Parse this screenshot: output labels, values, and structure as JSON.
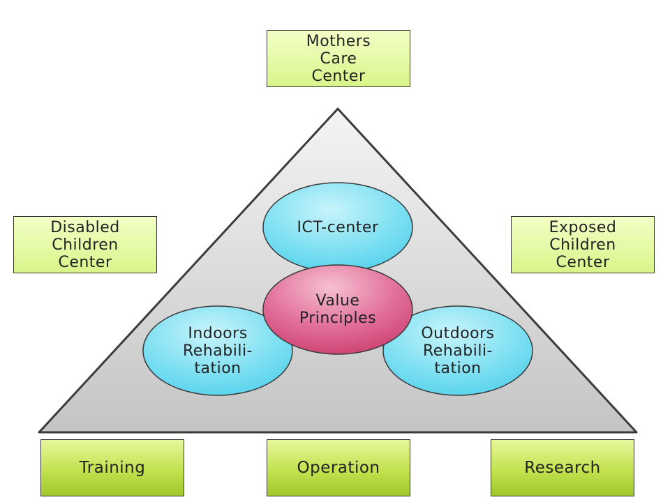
{
  "colors": {
    "triangle_fill_top": "#f2f2f2",
    "triangle_fill_bottom": "#c6c6c6",
    "circle_blue": "#62d8ef",
    "circle_blue_light": "#c4f3fb",
    "circle_pink": "#d9497b",
    "circle_pink_light": "#f3b3c9",
    "box_light_green": "#e4f9a8",
    "box_dark_green": "#a8cc33",
    "outline": "#333333"
  },
  "diagram": {
    "top_box": {
      "lines": [
        "Mothers",
        "Care",
        "Center"
      ]
    },
    "left_box": {
      "lines": [
        "Disabled",
        "Children",
        "Center"
      ]
    },
    "right_box": {
      "lines": [
        "Exposed",
        "Children",
        "Center"
      ]
    },
    "circles": {
      "top": {
        "lines": [
          "ICT-center"
        ]
      },
      "center": {
        "lines": [
          "Value",
          "Principles"
        ]
      },
      "left": {
        "lines": [
          "Indoors",
          "Rehabili-",
          "tation"
        ]
      },
      "right": {
        "lines": [
          "Outdoors",
          "Rehabili-",
          "tation"
        ]
      }
    },
    "bottom_boxes": [
      {
        "label": "Training"
      },
      {
        "label": "Operation"
      },
      {
        "label": "Research"
      }
    ]
  }
}
